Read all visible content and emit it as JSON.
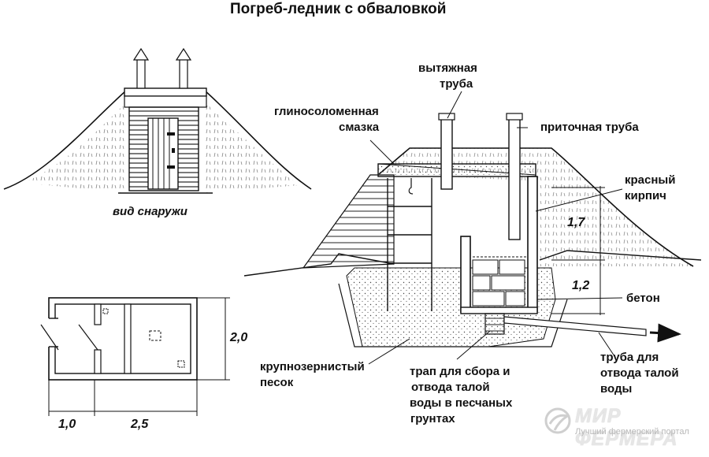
{
  "title": "Погреб-ледник с обваловкой",
  "labels": {
    "outside_view": "вид снаружи",
    "exhaust_pipe": [
      "вытяжная",
      "труба"
    ],
    "clay_straw": [
      "глиносоломенная",
      "смазка"
    ],
    "supply_pipe": "приточная труба",
    "red_brick": [
      "красный",
      "кирпич"
    ],
    "concrete": "бетон",
    "coarse_sand": [
      "крупнозернистый",
      "песок"
    ],
    "trap": [
      "трап для сбора и",
      "отвода талой",
      "воды в песчаных",
      "грунтах"
    ],
    "drain_pipe": [
      "труба для",
      "отвода талой",
      "воды"
    ]
  },
  "dimensions": {
    "height_upper": "1,7",
    "height_lower": "1,2",
    "plan_depth": "2,0",
    "plan_width_left": "1,0",
    "plan_width_right": "2,5"
  },
  "brand": {
    "name": "МИР ФЕРМЕРА",
    "tagline": "Лучший фермерский портал"
  }
}
